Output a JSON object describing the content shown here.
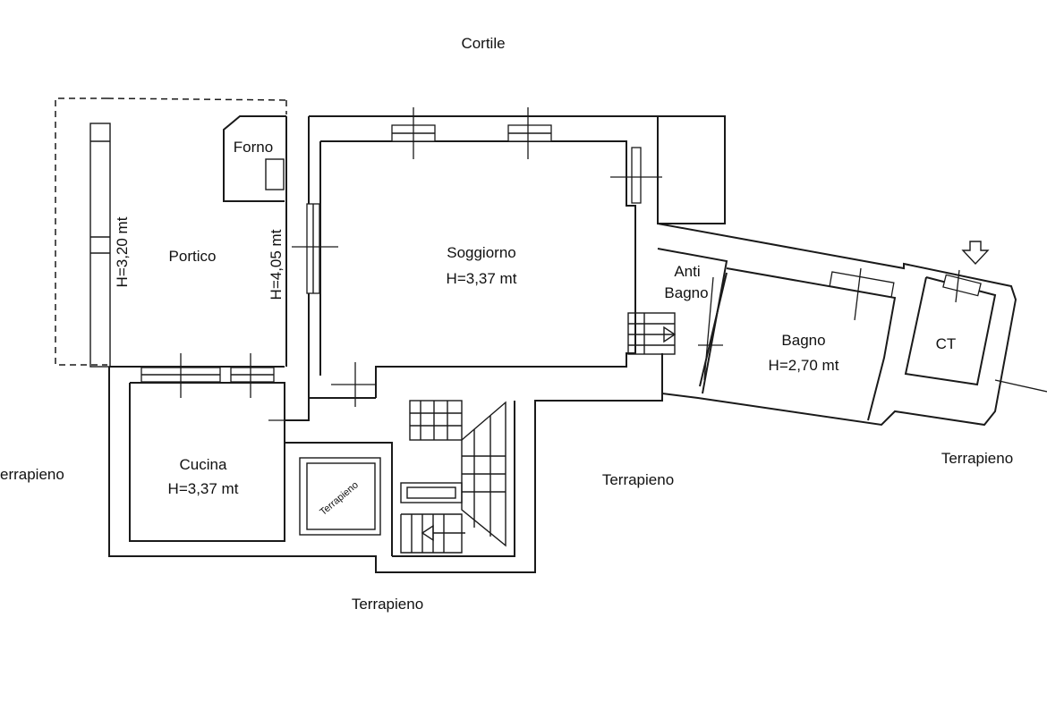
{
  "labels": {
    "cortile": "Cortile",
    "forno": "Forno",
    "portico": "Portico",
    "portico_height_left": "H=3,20 mt",
    "portico_height_right": "H=4,05 mt",
    "soggiorno": "Soggiorno",
    "soggiorno_height": "H=3,37 mt",
    "anti": "Anti",
    "anti_bagno": "Bagno",
    "bagno": "Bagno",
    "bagno_height": "H=2,70 mt",
    "ct": "CT",
    "cucina": "Cucina",
    "cucina_height": "H=3,37 mt",
    "terrapieno_inner": "Terrapieno",
    "terrapieno_left": "errapieno",
    "terrapieno_center": "Terrapieno",
    "terrapieno_right": "Terrapieno",
    "terrapieno_bottom": "Terrapieno"
  },
  "colors": {
    "line": "#1a1a1a",
    "background": "#ffffff"
  }
}
